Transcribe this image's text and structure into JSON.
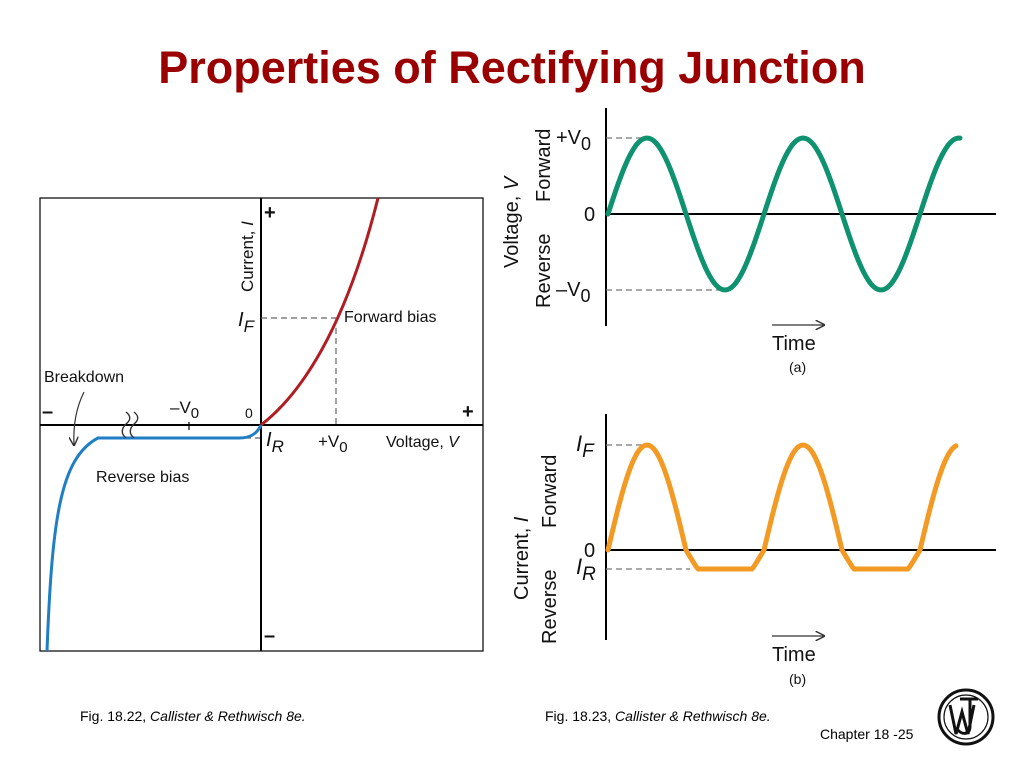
{
  "slide": {
    "title": "Properties of Rectifying Junction",
    "footer": "Chapter 18 -",
    "page_number": "25"
  },
  "colors": {
    "title": "#9b0000",
    "forward_curve": "#b01e23",
    "reverse_curve": "#1f7ec4",
    "voltage_wave": "#0f9270",
    "current_wave": "#f39a25"
  },
  "icons": {
    "publisher_logo": "wiley-logo"
  },
  "fig_left": {
    "caption_prefix": "Fig. 18.22, ",
    "caption_italic": "Callister & Rethwisch 8e.",
    "y_axis_label": "Current, ",
    "y_axis_var": "I",
    "x_axis_label": "Voltage, ",
    "x_axis_var": "V",
    "plus_y": "+",
    "minus_y": "–",
    "plus_x": "+",
    "minus_x": "–",
    "origin": "0",
    "forward_label": "Forward bias",
    "reverse_label": "Reverse bias",
    "breakdown_label": "Breakdown",
    "i_f": "I",
    "i_f_sub": "F",
    "i_r": "I",
    "i_r_sub": "R",
    "plus_v0": "+V",
    "plus_v0_sub": "0",
    "minus_v0": "–V",
    "minus_v0_sub": "0"
  },
  "fig_a": {
    "y_axis_label": "Voltage, ",
    "y_axis_var": "V",
    "forward": "Forward",
    "reverse": "Reverse",
    "plus_v0": "+V",
    "plus_v0_sub": "0",
    "minus_v0": "–V",
    "minus_v0_sub": "0",
    "zero": "0",
    "time": "Time",
    "tag": "(a)"
  },
  "fig_b": {
    "caption_prefix": "Fig. 18.23, ",
    "caption_italic": "Callister & Rethwisch 8e.",
    "y_axis_label": "Current, ",
    "y_axis_var": "I",
    "forward": "Forward",
    "reverse": "Reverse",
    "i_f": "I",
    "i_f_sub": "F",
    "i_r": "I",
    "i_r_sub": "R",
    "zero": "0",
    "time": "Time",
    "tag": "(b)"
  }
}
